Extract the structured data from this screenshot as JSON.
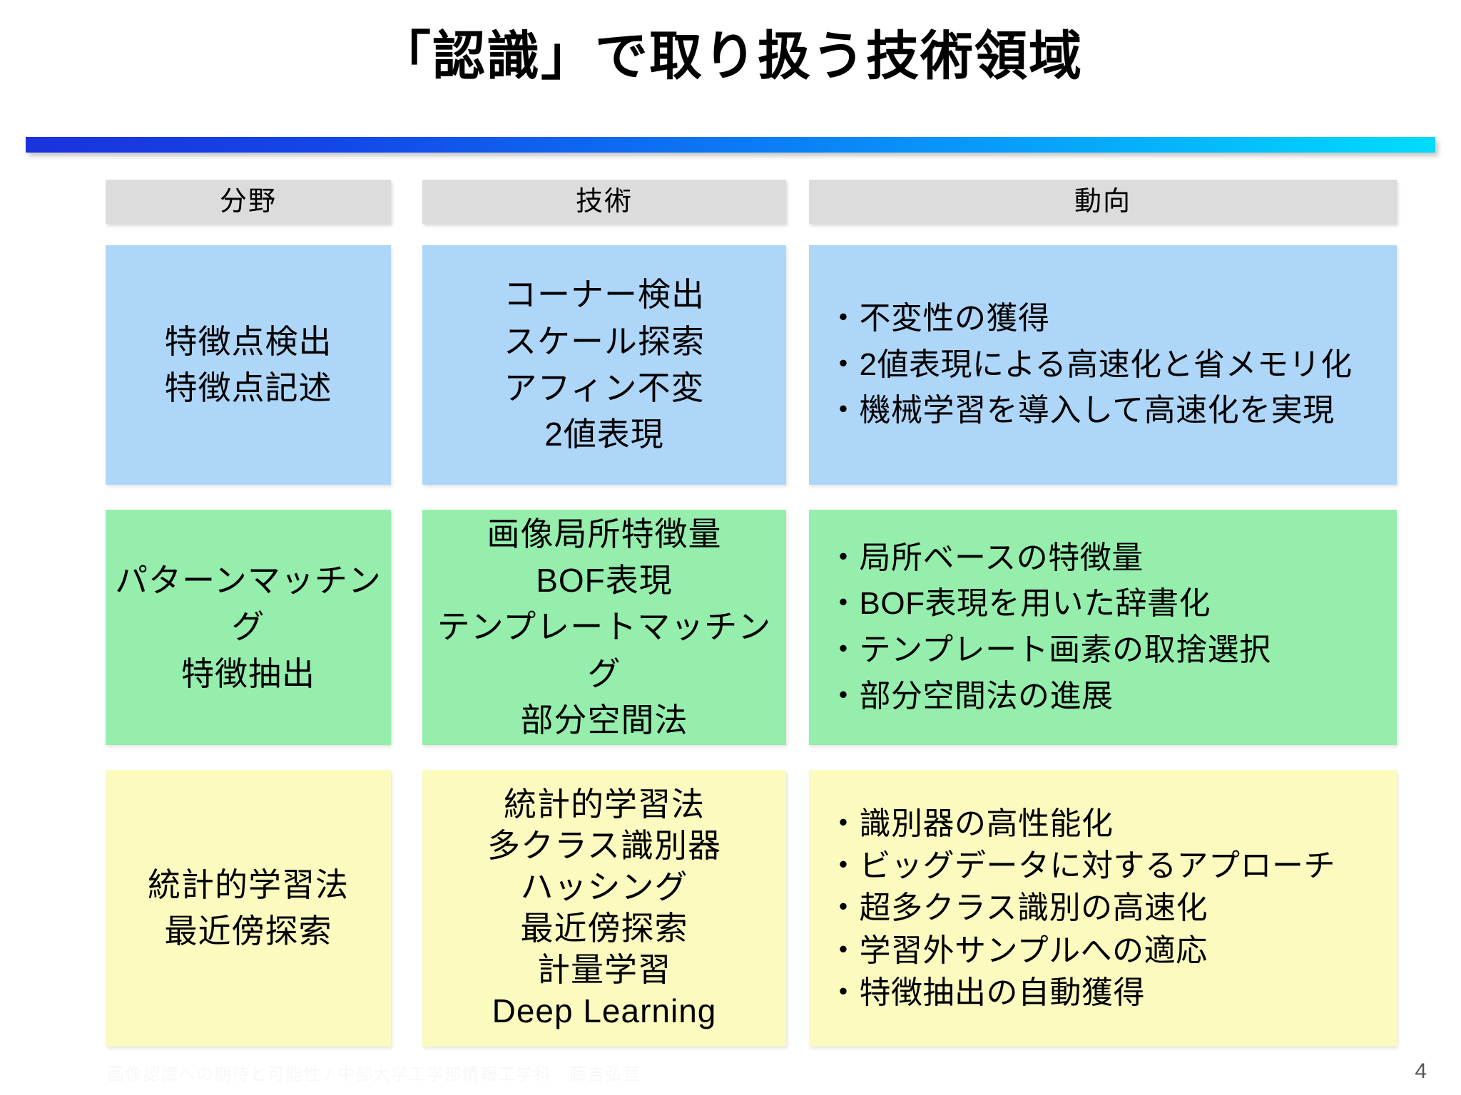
{
  "slide": {
    "title": "「認識」で取り扱う技術領域",
    "page_number": "4",
    "footer": "画像認識への期待と可能性  /   中部大学工学部情報工学科　藤吉弘亘",
    "accent_gradient_from": "#1a33dc",
    "accent_gradient_to": "#00dcff"
  },
  "table": {
    "headers": {
      "field": "分野",
      "technology": "技術",
      "trend": "動向"
    },
    "rows": [
      {
        "color": "#aed6f9",
        "field": [
          "特徴点検出",
          "特徴点記述"
        ],
        "technology": [
          "コーナー検出",
          "スケール探索",
          "アフィン不変",
          "2値表現"
        ],
        "trend": [
          "・不変性の獲得",
          "・2値表現による高速化と省メモリ化",
          "・機械学習を導入して高速化を実現"
        ]
      },
      {
        "color": "#95eeac",
        "field": [
          "パターンマッチング",
          "特徴抽出"
        ],
        "technology": [
          "画像局所特徴量",
          "BOF表現",
          "テンプレートマッチング",
          "部分空間法"
        ],
        "trend": [
          "・局所ベースの特徴量",
          "・BOF表現を用いた辞書化",
          "・テンプレート画素の取捨選択",
          "・部分空間法の進展"
        ]
      },
      {
        "color": "#fbfbc0",
        "field": [
          "統計的学習法",
          "最近傍探索"
        ],
        "technology": [
          "統計的学習法",
          "多クラス識別器",
          "ハッシング",
          "最近傍探索",
          "計量学習",
          "Deep Learning"
        ],
        "trend": [
          "・識別器の高性能化",
          "・ビッグデータに対するアプローチ",
          "・超多クラス識別の高速化",
          "・学習外サンプルへの適応",
          "・特徴抽出の自動獲得"
        ]
      }
    ]
  }
}
